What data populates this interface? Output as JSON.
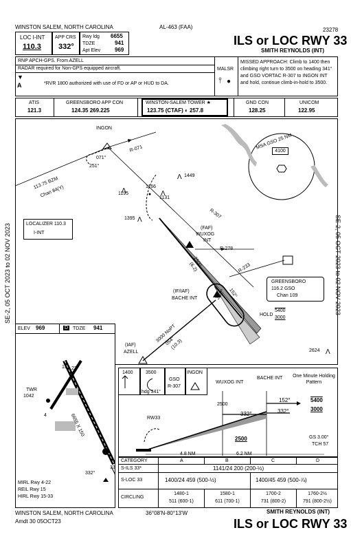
{
  "header": {
    "location": "WINSTON SALEM, NORTH CAROLINA",
    "agency": "AL-463 (FAA)",
    "chart_number": "23278",
    "title": "ILS or LOC RWY 33",
    "airport": "SMITH REYNOLDS (INT)"
  },
  "briefing": {
    "loc_label": "LOC I-INT",
    "loc_freq": "110.3",
    "app_crs_label": "APP CRS",
    "app_crs": "332°",
    "rwy_ldg_label": "Rwy ldg",
    "rwy_ldg": "6655",
    "tdze_label": "TDZE",
    "tdze": "941",
    "apt_elev_label": "Apt Elev",
    "apt_elev": "969",
    "note1": "RNP APCH-GPS. From AZELL",
    "note2": "RADAR required for Non-GPS equipped aircraft.",
    "note3": "*RVR 1800 authorized with use of FD or AP or HUD to DA.",
    "malsr": "MALSR",
    "missed": "MISSED APPROACH: Climb to 1400 then climbing right turn to 3500 on heading 341° and GSO VORTAC R-307 to INGON INT and hold, continue climb-in-hold to 3500."
  },
  "comms": [
    {
      "name": "ATIS",
      "freq": "121.3"
    },
    {
      "name": "GREENSBORO APP CON",
      "freq": "124.35  269.225"
    },
    {
      "name": "WINSTON-SALEM TOWER ★",
      "freq": "123.75 (CTAF) ◐ 257.8"
    },
    {
      "name": "GND CON",
      "freq": "128.25"
    },
    {
      "name": "UNICOM",
      "freq": "122.95"
    }
  ],
  "plan": {
    "ingon": "INGON",
    "r071": "R-071",
    "r251": "251°",
    "r071b": "071°",
    "bzm1": "113.75 BZM",
    "bzm2": "Chan 84(Y)",
    "msa": "MSA GSO 25 NM",
    "msa_alt": "4100",
    "elev1449": "1449",
    "elev1166": "1166",
    "elev1195": "1195",
    "elev1131": "1131",
    "elev1395": "1395",
    "loc_box1": "LOCALIZER 110.3",
    "loc_box2": "I-INT",
    "r307": "R-307",
    "faf1": "(FAF)",
    "faf2": "WUXOG",
    "faf3": "INT",
    "r278": "R-278",
    "r233": "R-233",
    "if1": "(IF/IAF)",
    "if2": "BACHE INT",
    "gso1": "GREENSBORO",
    "gso2": "116.2  GSO",
    "gso3": "Chan 109",
    "hold": "HOLD",
    "hold_alt1": "5400",
    "hold_alt2": "3000",
    "nopt1": "3000 NoPT",
    "nopt2": "054°",
    "nopt3": "(10.3)",
    "azell1": "(IAF)",
    "azell2": "AZELL",
    "alt2624": "2624",
    "d2500": "2500",
    "d62": "(6.2)",
    "crs332": "332°",
    "crs152": "152°",
    "side_left": "SE-2, 05 OCT 2023  to  02 NOV 2023",
    "side_right": "SE-2, 05 OCT 2023  to  02 NOV 2023"
  },
  "airport_box": {
    "elev_label": "ELEV",
    "elev": "969",
    "tdze_label": "TDZE",
    "tdze": "941",
    "twr": "TWR",
    "twr_elev": "1042",
    "rwy_dim": "6655 X 150",
    "rwy_15": "15",
    "rwy_33": "33",
    "rwy_4": "4",
    "rwy_22": "22",
    "crs": "332°",
    "l1": "MIRL Rwy 4-22",
    "l2": "REIL Rwy 15",
    "l3": "HIRL Rwy 15-33"
  },
  "missed_icons": {
    "alt1400": "1400",
    "alt3500": "3500",
    "hdg": "hdg 341°",
    "gso": "GSO",
    "r307": "R-307",
    "ingon": "INGON"
  },
  "profile": {
    "wuxog": "WUXOG INT",
    "bache": "BACHE INT",
    "hold_title": "One Minute Holding Pattern",
    "hold152": "152°",
    "hold5400": "5400",
    "hold3000": "3000",
    "hold332": "332°",
    "alt2500a": "2500",
    "alt2500b": "2500",
    "crs332": "332°",
    "rw33": "RW33",
    "gs": "GS 3.00°",
    "tch": "TCH 57",
    "d48": "4.8 NM",
    "d62": "6.2 NM"
  },
  "minima": {
    "cat_label": "CATEGORY",
    "cats": [
      "A",
      "B",
      "C",
      "D"
    ],
    "rows": [
      {
        "name": "S-ILS 33*",
        "vals": [
          "1141/24  200 (200-½)"
        ]
      },
      {
        "name": "S-LOC 33",
        "vals": [
          "1400/24  459 (500-½)",
          "1400/45  459 (500-⅞)"
        ]
      },
      {
        "name": "CIRCLING",
        "vals": [
          "1480-1\n511 (600-1)",
          "1580-1\n611 (700-1)",
          "1700-2\n731 (800-2)",
          "1760-2½\n791 (800-2½)"
        ]
      }
    ]
  },
  "footer": {
    "location": "WINSTON SALEM, NORTH CAROLINA",
    "amdt": "Amdt 30  05OCT23",
    "coords": "36°08'N-80°13'W",
    "airport": "SMITH REYNOLDS (INT)",
    "title": "ILS or LOC RWY 33"
  }
}
